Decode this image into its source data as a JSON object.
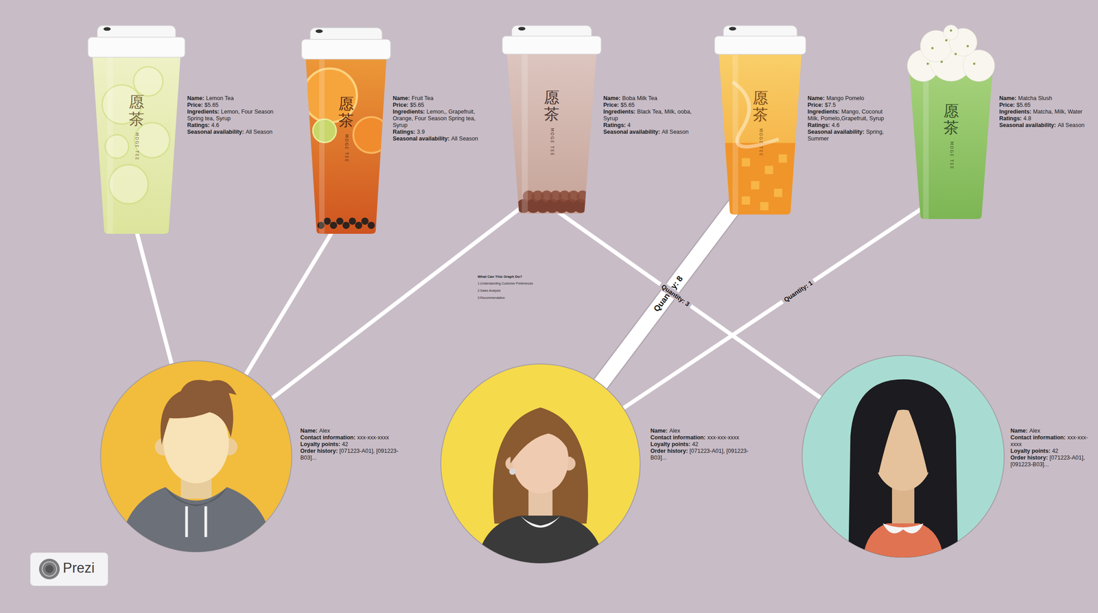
{
  "diagram": {
    "nodes": [
      {
        "text": [
          "愿茶",
          "MOGE TEE",
          "Name:",
          "Lemon Tea",
          "Price:",
          "$5.65",
          "Ingredients:",
          "Lemon, Four Season Spring tea, Syrup",
          "Ratings:",
          "4.6",
          "Seasonal availability:",
          "All Season"
        ]
      },
      {
        "text": [
          "愿茶",
          "MOGE TEE",
          "Name:",
          "Fruit Tea",
          "Price:",
          "$5.65",
          "Ingredients:",
          "Lemon,, Grapefruit, Orange, Four Season Spring tea, Syrup",
          "Ratings:",
          "3.9",
          "Seasonal availability:",
          "All Season"
        ]
      },
      {
        "text": [
          "愿茶",
          "MOGE TEE",
          "Name:",
          "Boba Milk Tea",
          "Price:",
          "$5.65",
          "Ingredients:",
          "Black Tea, Milk, ooba, Syrup",
          "Ratings:",
          "4",
          "Seasonal availability:",
          "All Season"
        ]
      },
      {
        "text": [
          "愿茶",
          "MOGE TEE",
          "Name:",
          "Mango Pomelo",
          "Price:",
          "$7.5",
          "Ingredients:",
          "Mango, Coconut Milk, Pomelo,Grapefruit, Syrup",
          "Ratings:",
          "4.6",
          "Seasonal availability:",
          "Spring, Summer"
        ]
      },
      {
        "text": [
          "愿茶",
          "MOGE TEE",
          "Name:",
          "Matcha Slush",
          "Price:",
          "$5.65",
          "Ingredients:",
          "Matcha, Milk, Water",
          "Ratings:",
          "4.8",
          "Seasonal availability:",
          "All Season"
        ]
      },
      {
        "text": [
          "Name:",
          "Alex",
          "Contact information:",
          "xxx-xxx-xxxx",
          "Loyalty points:",
          "42",
          "Order history:",
          "[071223-A01], [091223-B03]..."
        ]
      },
      {
        "text": [
          "Name:",
          "Alex",
          "Contact information:",
          "xxx-xxx-xxxx",
          "Loyalty points:",
          "42",
          "Order history:",
          "[071223-A01], [091223-B03]..."
        ]
      },
      {
        "text": [
          "Name:",
          "Alex",
          "Contact information:",
          "xxx-xxx-xxxx",
          "Loyalty points:",
          "42",
          "Order history:",
          "[071223-A01], [091223-B03]..."
        ]
      }
    ],
    "edges": [
      {
        "from": 0,
        "to": 5,
        "arrow": "none"
      },
      {
        "from": 1,
        "to": 5,
        "arrow": "none"
      },
      {
        "from": 2,
        "to": 5,
        "arrow": "none"
      },
      {
        "from": 3,
        "to": 6,
        "label": "Quantity: 8",
        "arrow": "none"
      },
      {
        "from": 2,
        "to": 7,
        "label": "Quantity: 3",
        "arrow": "none"
      },
      {
        "from": 4,
        "to": 6,
        "label": "Quantity: 1",
        "arrow": "none"
      }
    ],
    "labels": [
      "What Can This Graph Do?",
      "1.Understanding Customer Preferences",
      "2.Sales Analysis",
      "3.Recommendation",
      "Prezi"
    ]
  }
}
